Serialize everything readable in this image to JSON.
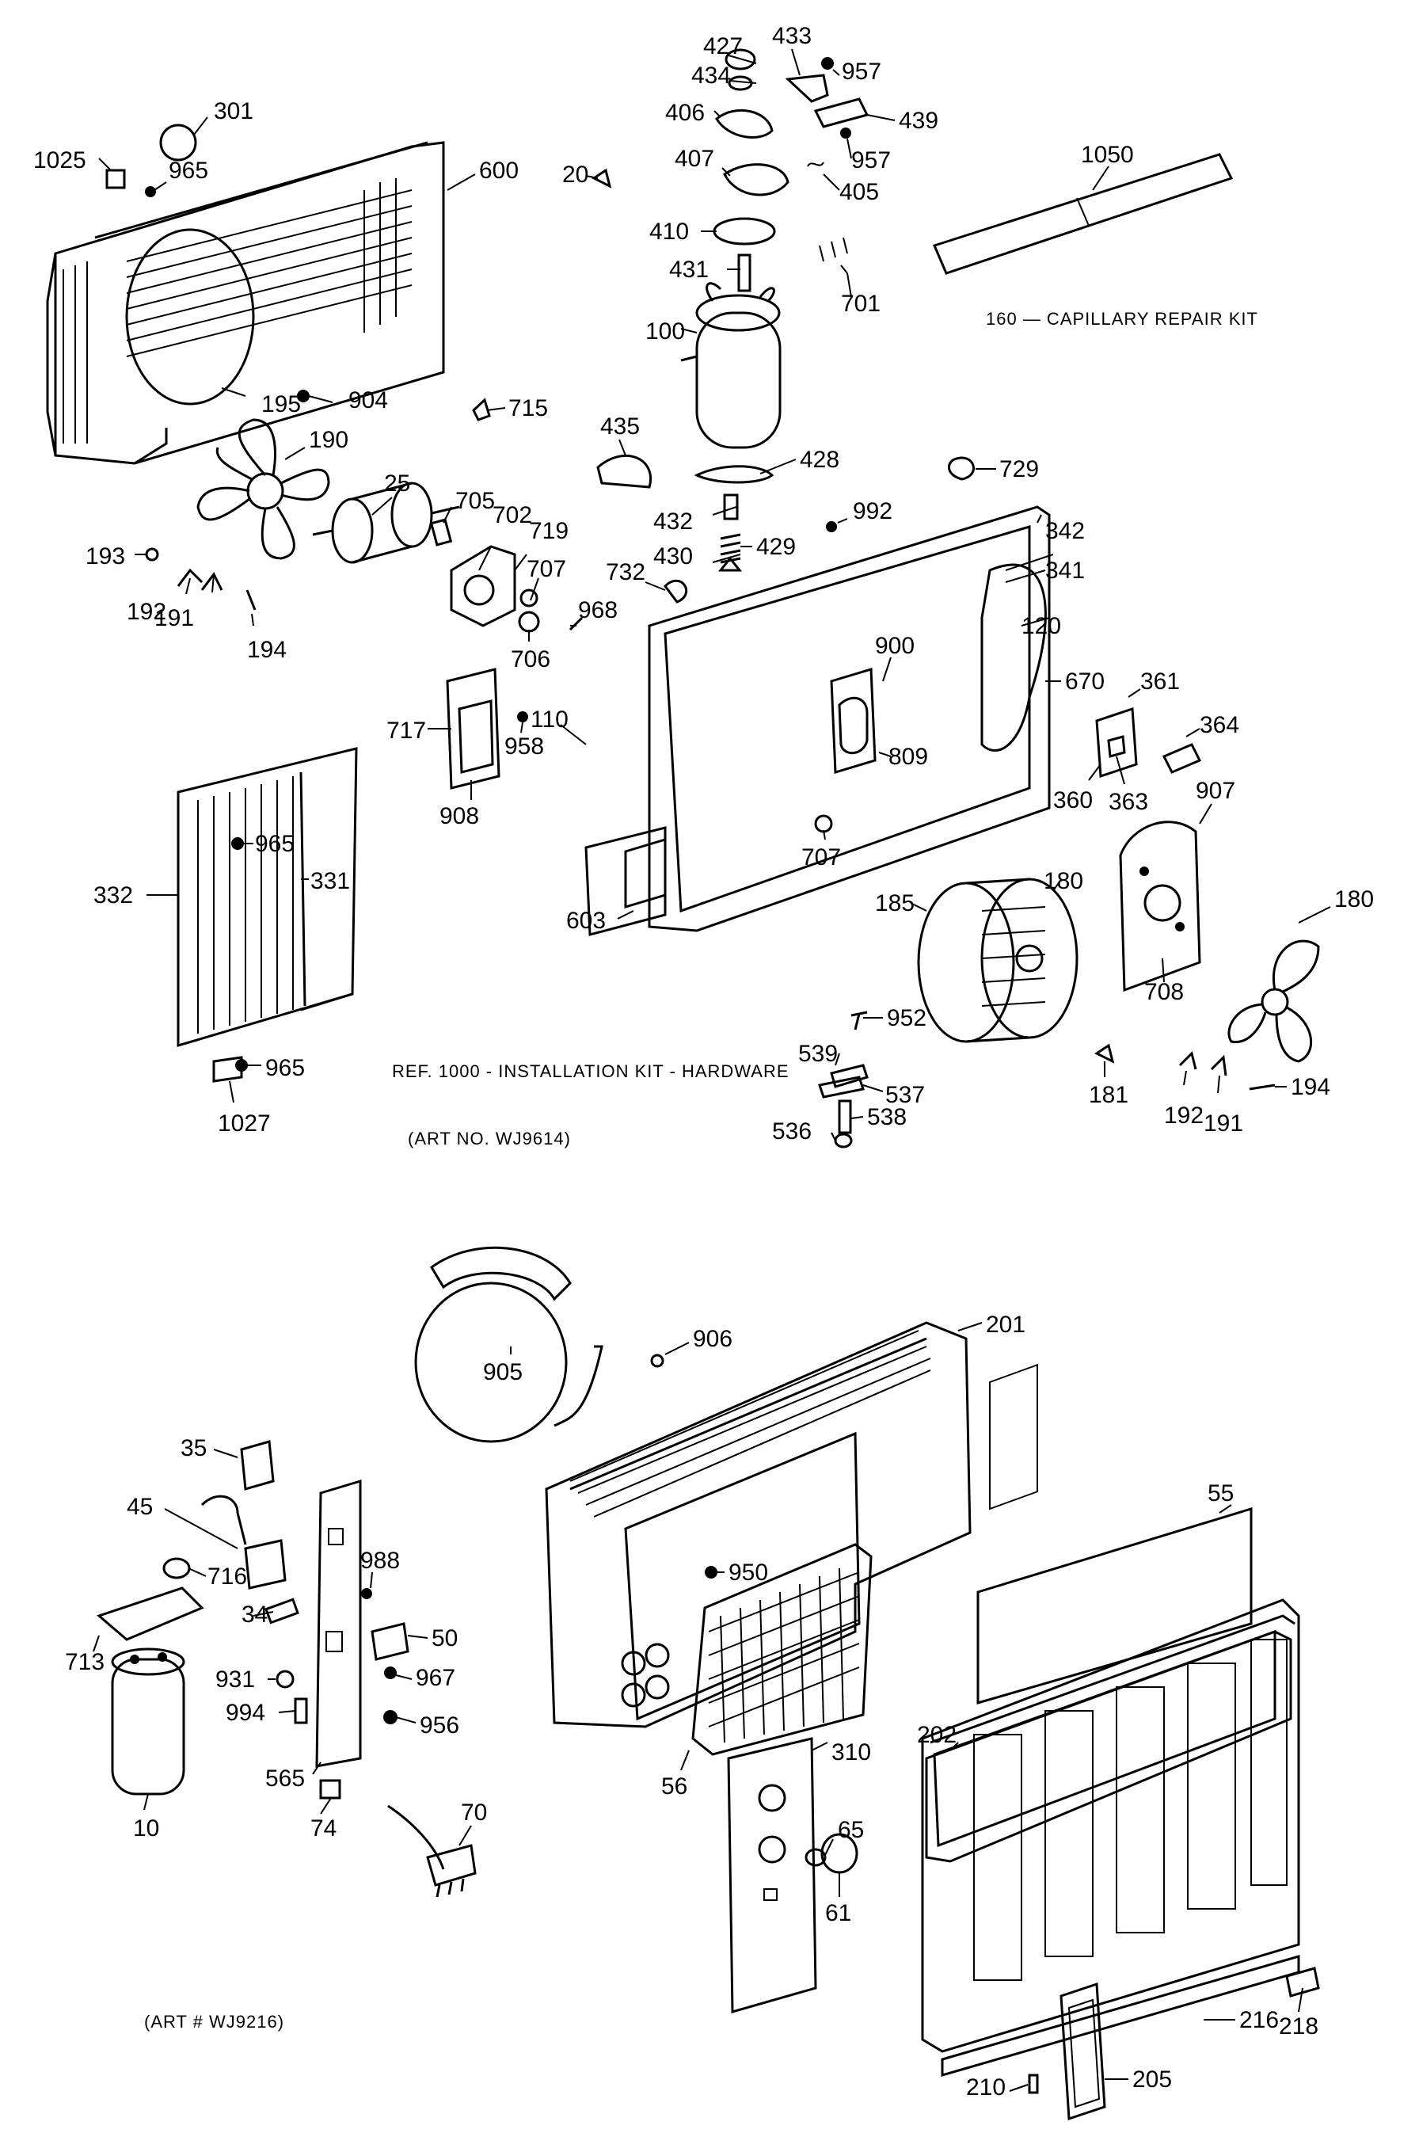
{
  "top_callouts": [
    {
      "id": "c427",
      "text": "427"
    },
    {
      "id": "c433",
      "text": "433"
    },
    {
      "id": "c434",
      "text": "434"
    },
    {
      "id": "c957a",
      "text": "957"
    },
    {
      "id": "c301",
      "text": "301"
    },
    {
      "id": "c406",
      "text": "406"
    },
    {
      "id": "c439",
      "text": "439"
    },
    {
      "id": "c1025",
      "text": "1025"
    },
    {
      "id": "c965a",
      "text": "965"
    },
    {
      "id": "c600",
      "text": "600"
    },
    {
      "id": "c957b",
      "text": "957"
    },
    {
      "id": "c1050",
      "text": "1050"
    },
    {
      "id": "c407",
      "text": "407"
    },
    {
      "id": "c20",
      "text": "20"
    },
    {
      "id": "c405",
      "text": "405"
    },
    {
      "id": "c410",
      "text": "410"
    },
    {
      "id": "c431",
      "text": "431"
    },
    {
      "id": "c701",
      "text": "701"
    },
    {
      "id": "c100",
      "text": "100"
    },
    {
      "id": "c195",
      "text": "195"
    },
    {
      "id": "c904",
      "text": "904"
    },
    {
      "id": "c715",
      "text": "715"
    },
    {
      "id": "c435",
      "text": "435"
    },
    {
      "id": "c190",
      "text": "190"
    },
    {
      "id": "c428",
      "text": "428"
    },
    {
      "id": "c729",
      "text": "729"
    },
    {
      "id": "c25",
      "text": "25"
    },
    {
      "id": "c705",
      "text": "705"
    },
    {
      "id": "c702",
      "text": "702"
    },
    {
      "id": "c719",
      "text": "719"
    },
    {
      "id": "c432",
      "text": "432"
    },
    {
      "id": "c992",
      "text": "992"
    },
    {
      "id": "c342",
      "text": "342"
    },
    {
      "id": "c193",
      "text": "193"
    },
    {
      "id": "c707a",
      "text": "707"
    },
    {
      "id": "c430",
      "text": "430"
    },
    {
      "id": "c429",
      "text": "429"
    },
    {
      "id": "c732",
      "text": "732"
    },
    {
      "id": "c341",
      "text": "341"
    },
    {
      "id": "c192a",
      "text": "192"
    },
    {
      "id": "c191a",
      "text": "191"
    },
    {
      "id": "c968",
      "text": "968"
    },
    {
      "id": "c120",
      "text": "120"
    },
    {
      "id": "c706",
      "text": "706"
    },
    {
      "id": "c194a",
      "text": "194"
    },
    {
      "id": "c900",
      "text": "900"
    },
    {
      "id": "c670",
      "text": "670"
    },
    {
      "id": "c361",
      "text": "361"
    },
    {
      "id": "c717",
      "text": "717"
    },
    {
      "id": "c110",
      "text": "110"
    },
    {
      "id": "c364",
      "text": "364"
    },
    {
      "id": "c958",
      "text": "958"
    },
    {
      "id": "c809",
      "text": "809"
    },
    {
      "id": "c363",
      "text": "363"
    },
    {
      "id": "c360",
      "text": "360"
    },
    {
      "id": "c907",
      "text": "907"
    },
    {
      "id": "c908",
      "text": "908"
    },
    {
      "id": "c965b",
      "text": "965"
    },
    {
      "id": "c707b",
      "text": "707"
    },
    {
      "id": "c332",
      "text": "332"
    },
    {
      "id": "c331",
      "text": "331"
    },
    {
      "id": "c185",
      "text": "185"
    },
    {
      "id": "c180a",
      "text": "180"
    },
    {
      "id": "c180b",
      "text": "180"
    },
    {
      "id": "c603",
      "text": "603"
    },
    {
      "id": "c708",
      "text": "708"
    },
    {
      "id": "c539",
      "text": "539"
    },
    {
      "id": "c952",
      "text": "952"
    },
    {
      "id": "c965c",
      "text": "965"
    },
    {
      "id": "c537",
      "text": "537"
    },
    {
      "id": "c181",
      "text": "181"
    },
    {
      "id": "c192b",
      "text": "192"
    },
    {
      "id": "c191b",
      "text": "191"
    },
    {
      "id": "c194b",
      "text": "194"
    },
    {
      "id": "c538",
      "text": "538"
    },
    {
      "id": "c1027",
      "text": "1027"
    },
    {
      "id": "c536",
      "text": "536"
    }
  ],
  "bottom_callouts": [
    {
      "id": "d906",
      "text": "906"
    },
    {
      "id": "d201",
      "text": "201"
    },
    {
      "id": "d905",
      "text": "905"
    },
    {
      "id": "d35",
      "text": "35"
    },
    {
      "id": "d55",
      "text": "55"
    },
    {
      "id": "d45",
      "text": "45"
    },
    {
      "id": "d950",
      "text": "950"
    },
    {
      "id": "d988",
      "text": "988"
    },
    {
      "id": "d716",
      "text": "716"
    },
    {
      "id": "d34",
      "text": "34"
    },
    {
      "id": "d50",
      "text": "50"
    },
    {
      "id": "d713",
      "text": "713"
    },
    {
      "id": "d931",
      "text": "931"
    },
    {
      "id": "d967",
      "text": "967"
    },
    {
      "id": "d202",
      "text": "202"
    },
    {
      "id": "d994",
      "text": "994"
    },
    {
      "id": "d956",
      "text": "956"
    },
    {
      "id": "d565",
      "text": "565"
    },
    {
      "id": "d56",
      "text": "56"
    },
    {
      "id": "d310",
      "text": "310"
    },
    {
      "id": "d10",
      "text": "10"
    },
    {
      "id": "d74",
      "text": "74"
    },
    {
      "id": "d70",
      "text": "70"
    },
    {
      "id": "d65",
      "text": "65"
    },
    {
      "id": "d61",
      "text": "61"
    },
    {
      "id": "d216",
      "text": "216"
    },
    {
      "id": "d218",
      "text": "218"
    },
    {
      "id": "d205",
      "text": "205"
    },
    {
      "id": "d210",
      "text": "210"
    }
  ],
  "notes": {
    "capillary_kit": "160 — CAPILLARY REPAIR KIT",
    "installation_kit": "REF. 1000 - INSTALLATION KIT - HARDWARE",
    "art_top": "(ART NO. WJ9614)",
    "art_bottom": "(ART # WJ9216)"
  }
}
